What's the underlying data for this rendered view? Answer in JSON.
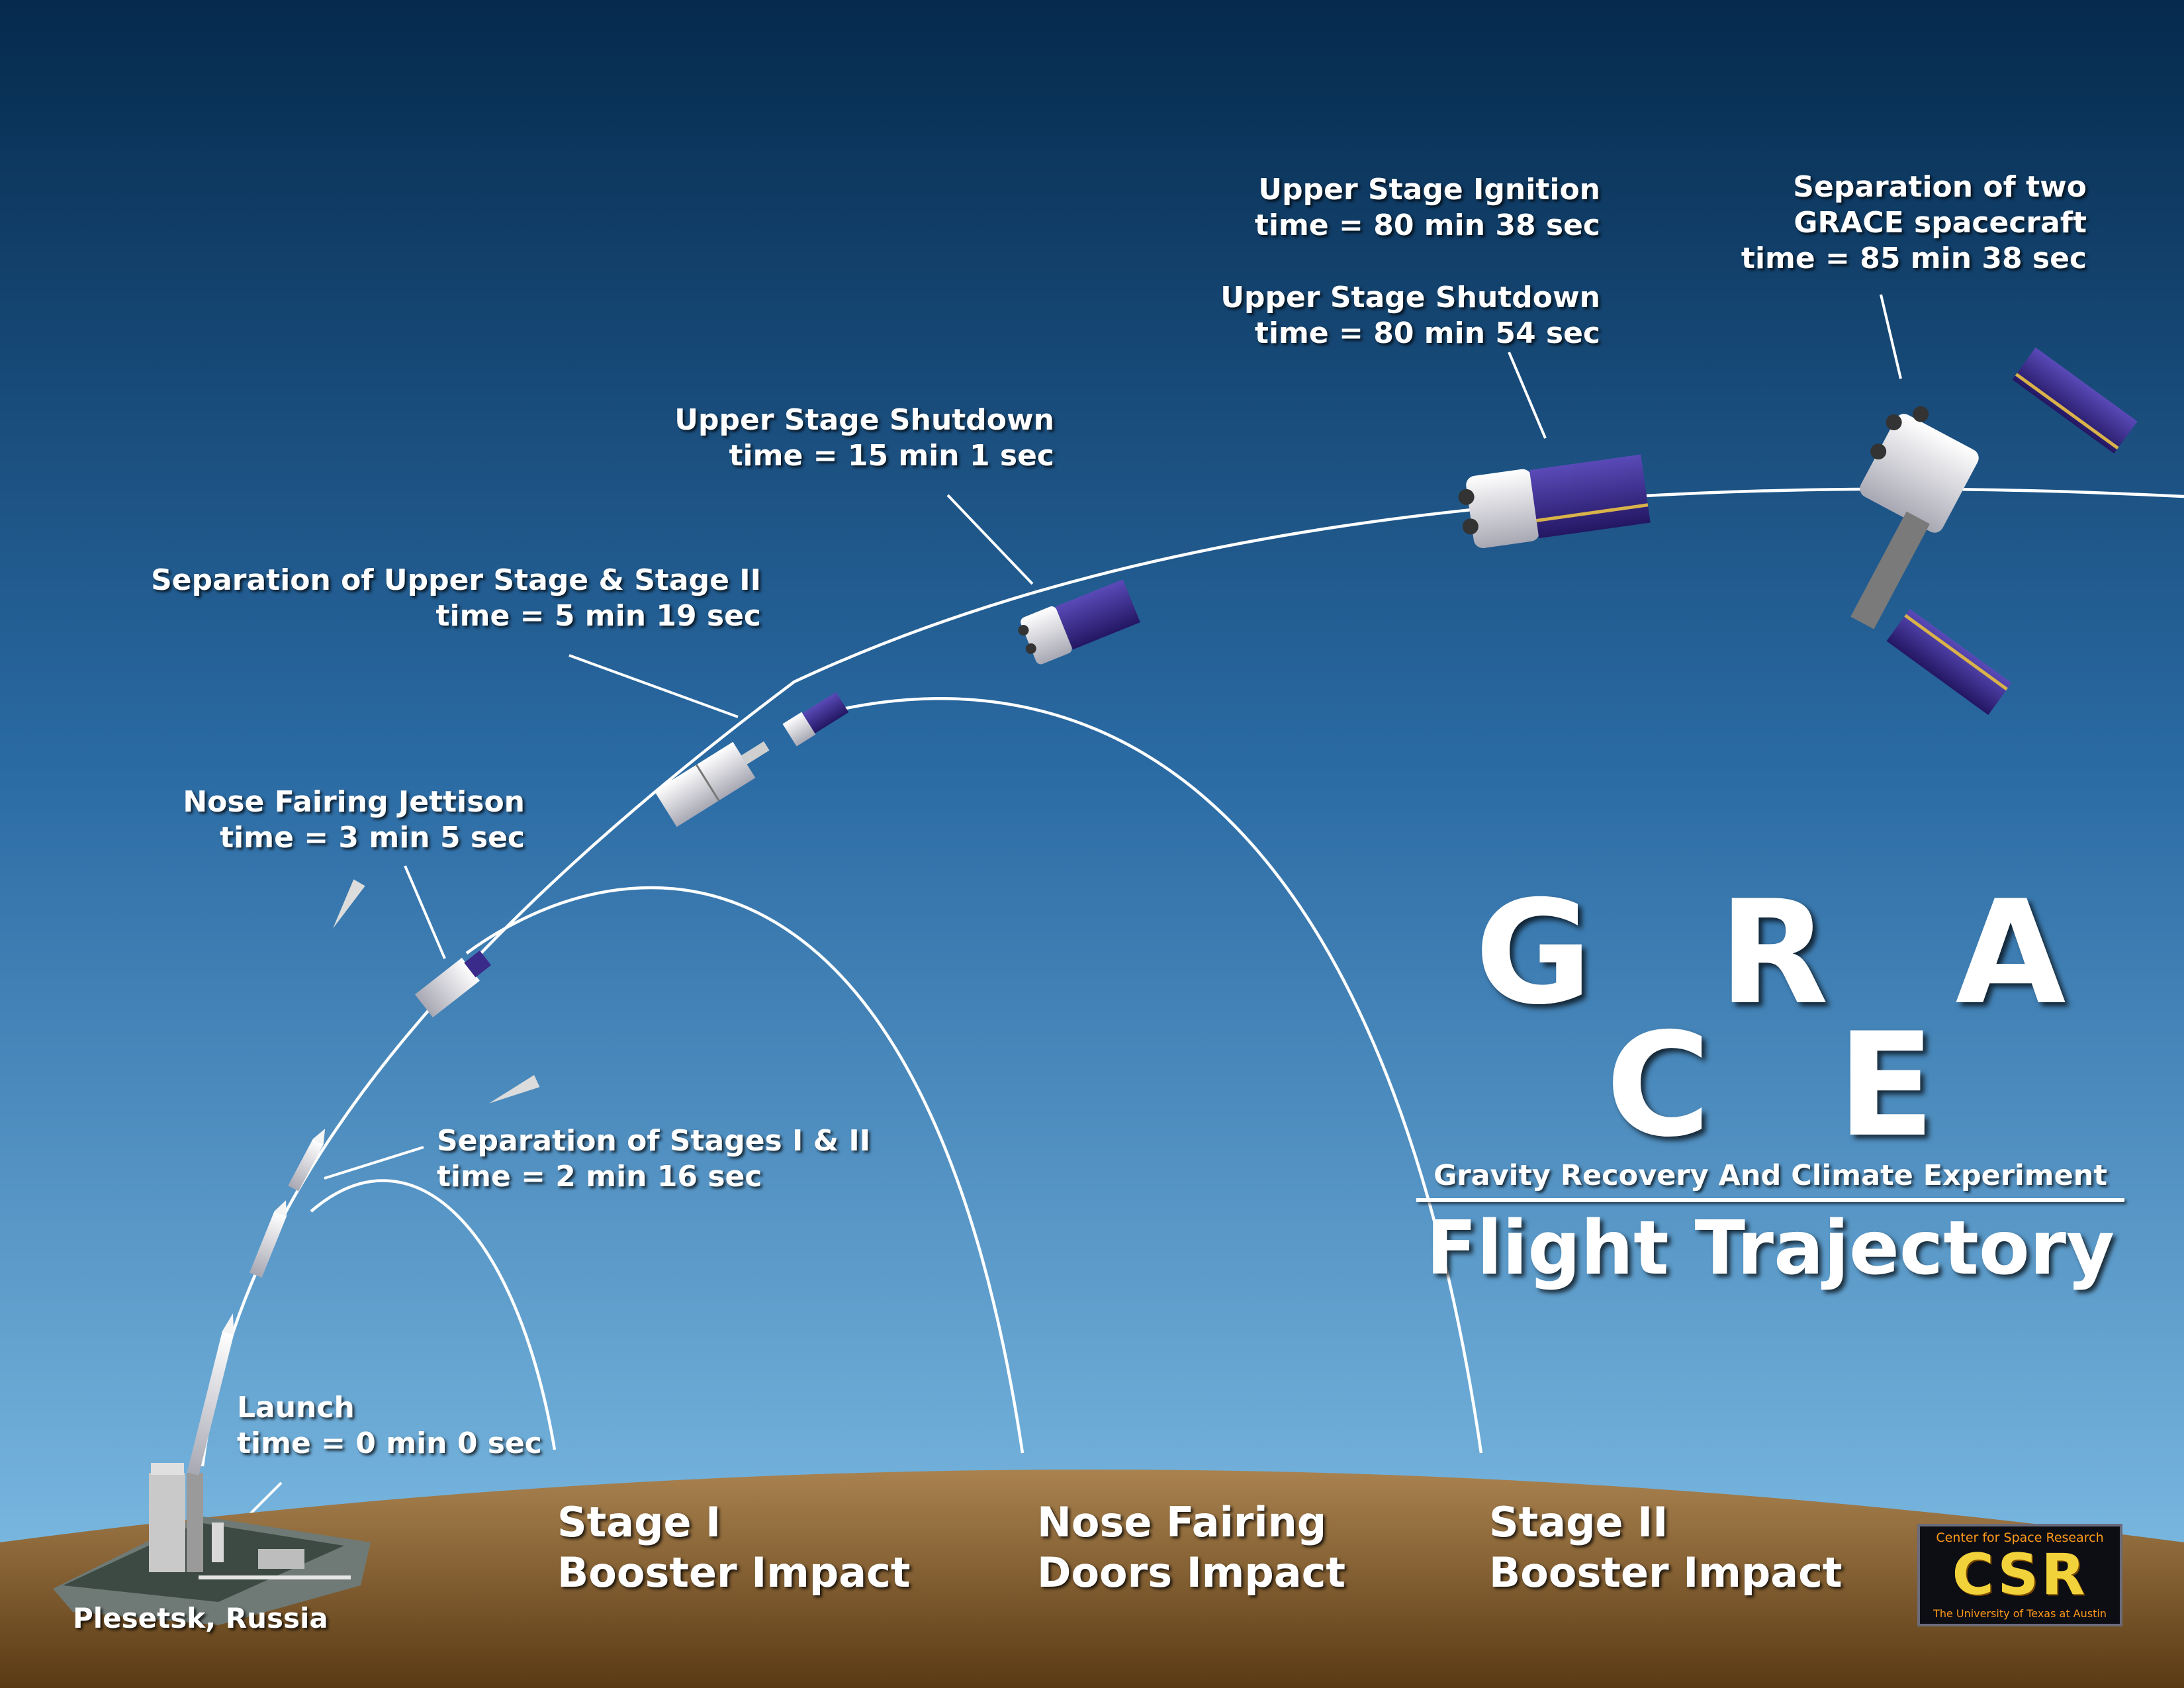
{
  "colors": {
    "sky_top": "#052a4d",
    "sky_mid": "#2a6aa3",
    "sky_bottom": "#86c4ea",
    "ground_top": "#a9824f",
    "ground_bottom": "#5a3a14",
    "trajectory": "#ffffff",
    "spacecraft_body": "#3a2a8a",
    "stage_white": "#e8e8e8"
  },
  "title": {
    "main": "G R A C E",
    "subtitle": "Gravity Recovery And Climate Experiment",
    "flight": "Flight Trajectory"
  },
  "events": {
    "launch": {
      "name": "Launch",
      "time": "time = 0 min 0 sec"
    },
    "stage_sep": {
      "name": "Separation of Stages I & II",
      "time": "time = 2 min 16 sec"
    },
    "fairing": {
      "name": "Nose Fairing Jettison",
      "time": "time = 3 min 5 sec"
    },
    "upper_sep": {
      "name": "Separation of Upper Stage & Stage II",
      "time": "time = 5 min 19 sec"
    },
    "upper_shutdown_1": {
      "name": "Upper Stage Shutdown",
      "time": "time = 15 min 1 sec"
    },
    "upper_ignition": {
      "name": "Upper Stage Ignition",
      "time": "time = 80 min 38 sec"
    },
    "upper_shutdown_2": {
      "name": "Upper Stage Shutdown",
      "time": "time = 80 min 54 sec"
    },
    "grace_sep": {
      "line1": "Separation of two",
      "line2": "GRACE spacecraft",
      "time": "time = 85 min 38 sec"
    }
  },
  "impacts": {
    "stage1": {
      "line1": "Stage I",
      "line2": "Booster Impact"
    },
    "fairing": {
      "line1": "Nose Fairing",
      "line2": "Doors Impact"
    },
    "stage2": {
      "line1": "Stage II",
      "line2": "Booster Impact"
    }
  },
  "launch_site": "Plesetsk, Russia",
  "logo": {
    "top": "Center for Space Research",
    "mark": "CSR",
    "bottom": "The University of Texas at Austin"
  }
}
